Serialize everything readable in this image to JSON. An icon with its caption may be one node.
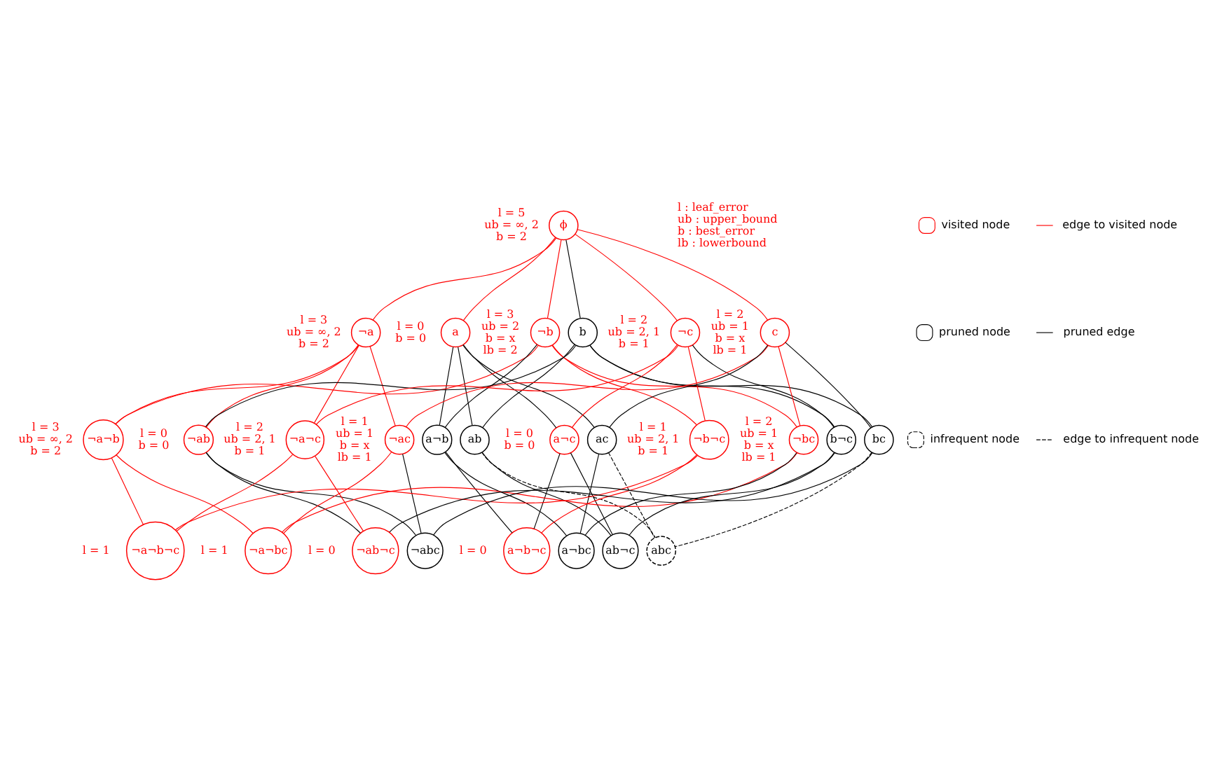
{
  "diagram": {
    "nodes": [
      {
        "text": [
          "ϕ"
        ],
        "beside": [
          "l = 5",
          "ub = ∞, 2",
          "b = 2"
        ]
      },
      {
        "text": [
          "¬a"
        ],
        "beside": [
          "l = 3",
          "ub = ∞, 2",
          "b = 2"
        ]
      },
      {
        "text": [
          "a"
        ],
        "beside": [
          "l = 0",
          "b = 0"
        ]
      },
      {
        "text": [
          "¬b"
        ],
        "beside": [
          "l = 3",
          "ub = 2",
          "b = x",
          "lb = 2"
        ]
      },
      {
        "text": [
          "b"
        ]
      },
      {
        "text": [
          "¬c"
        ],
        "beside": [
          "l = 2",
          "ub = 2, 1",
          "b = 1"
        ]
      },
      {
        "text": [
          "c"
        ],
        "beside": [
          "l = 2",
          "ub = 1",
          "b = x",
          "lb = 1"
        ]
      },
      {
        "text": [
          "¬a¬b"
        ],
        "beside": [
          "l = 3",
          "ub = ∞, 2",
          "b = 2"
        ]
      },
      {
        "text": [
          "¬ab"
        ],
        "beside": [
          "l = 0",
          "b = 0"
        ]
      },
      {
        "text": [
          "¬a¬c"
        ],
        "beside": [
          "l = 2",
          "ub = 2, 1",
          "b = 1"
        ]
      },
      {
        "text": [
          "¬ac"
        ],
        "beside": [
          "l = 1",
          "ub = 1",
          "b = x",
          "lb = 1"
        ]
      },
      {
        "text": [
          "a¬b"
        ]
      },
      {
        "text": [
          "ab"
        ]
      },
      {
        "text": [
          "a¬c"
        ],
        "beside": [
          "l = 0",
          "b = 0"
        ]
      },
      {
        "text": [
          "ac"
        ]
      },
      {
        "text": [
          "¬b¬c"
        ],
        "beside": [
          "l = 1",
          "ub = 2, 1",
          "b = 1"
        ]
      },
      {
        "text": [
          "¬bc"
        ],
        "beside": [
          "l = 2",
          "ub = 1",
          "b = x",
          "lb = 1"
        ]
      },
      {
        "text": [
          "b¬c"
        ]
      },
      {
        "text": [
          "bc"
        ]
      },
      {
        "text": [
          "¬a¬b¬c"
        ],
        "beside": [
          "l = 1"
        ]
      },
      {
        "text": [
          "¬a¬bc"
        ],
        "beside": [
          "l = 1"
        ]
      },
      {
        "text": [
          "¬ab¬c"
        ],
        "beside": [
          "l = 0"
        ]
      },
      {
        "text": [
          "¬abc"
        ]
      },
      {
        "text": [
          "a¬b¬c"
        ],
        "beside": [
          "l = 0"
        ]
      },
      {
        "text": [
          "a¬bc"
        ]
      },
      {
        "text": [
          "ab¬c"
        ]
      },
      {
        "text": [
          "abc"
        ]
      }
    ],
    "edges": [
      {
        "from": 0,
        "to": 1,
        "arrow": "none",
        "color": "#ff0000"
      },
      {
        "from": 0,
        "to": 2,
        "arrow": "none",
        "color": "#ff0000"
      },
      {
        "from": 0,
        "to": 3,
        "arrow": "none",
        "color": "#ff0000"
      },
      {
        "from": 0,
        "to": 4,
        "arrow": "none"
      },
      {
        "from": 0,
        "to": 5,
        "arrow": "none",
        "color": "#ff0000"
      },
      {
        "from": 0,
        "to": 6,
        "arrow": "none",
        "color": "#ff0000"
      },
      {
        "from": 1,
        "to": 7,
        "arrow": "none",
        "color": "#ff0000"
      },
      {
        "from": 3,
        "to": 7,
        "arrow": "none",
        "color": "#ff0000"
      },
      {
        "from": 1,
        "to": 8,
        "arrow": "none",
        "color": "#ff0000"
      },
      {
        "from": 4,
        "to": 8,
        "arrow": "none"
      },
      {
        "from": 1,
        "to": 9,
        "arrow": "none",
        "color": "#ff0000"
      },
      {
        "from": 5,
        "to": 9,
        "arrow": "none",
        "color": "#ff0000"
      },
      {
        "from": 1,
        "to": 10,
        "arrow": "none",
        "color": "#ff0000"
      },
      {
        "from": 6,
        "to": 10,
        "arrow": "none",
        "color": "#ff0000"
      },
      {
        "from": 2,
        "to": 11,
        "arrow": "none"
      },
      {
        "from": 3,
        "to": 11,
        "arrow": "none"
      },
      {
        "from": 2,
        "to": 12,
        "arrow": "none"
      },
      {
        "from": 4,
        "to": 12,
        "arrow": "none"
      },
      {
        "from": 2,
        "to": 13,
        "arrow": "none"
      },
      {
        "from": 5,
        "to": 13,
        "arrow": "none",
        "color": "#ff0000"
      },
      {
        "from": 2,
        "to": 14,
        "arrow": "none"
      },
      {
        "from": 6,
        "to": 14,
        "arrow": "none"
      },
      {
        "from": 3,
        "to": 15,
        "arrow": "none",
        "color": "#ff0000"
      },
      {
        "from": 5,
        "to": 15,
        "arrow": "none",
        "color": "#ff0000"
      },
      {
        "from": 3,
        "to": 16,
        "arrow": "none",
        "color": "#ff0000"
      },
      {
        "from": 6,
        "to": 16,
        "arrow": "none",
        "color": "#ff0000"
      },
      {
        "from": 4,
        "to": 17,
        "arrow": "none"
      },
      {
        "from": 5,
        "to": 17,
        "arrow": "none"
      },
      {
        "from": 4,
        "to": 18,
        "arrow": "none"
      },
      {
        "from": 6,
        "to": 18,
        "arrow": "none"
      },
      {
        "from": 7,
        "to": 19,
        "arrow": "none",
        "color": "#ff0000"
      },
      {
        "from": 9,
        "to": 19,
        "arrow": "none",
        "color": "#ff0000"
      },
      {
        "from": 15,
        "to": 19,
        "arrow": "none",
        "color": "#ff0000"
      },
      {
        "from": 7,
        "to": 20,
        "arrow": "none",
        "color": "#ff0000"
      },
      {
        "from": 10,
        "to": 20,
        "arrow": "none",
        "color": "#ff0000"
      },
      {
        "from": 16,
        "to": 20,
        "arrow": "none",
        "color": "#ff0000"
      },
      {
        "from": 8,
        "to": 21,
        "arrow": "none"
      },
      {
        "from": 9,
        "to": 21,
        "arrow": "none",
        "color": "#ff0000"
      },
      {
        "from": 17,
        "to": 21,
        "arrow": "none"
      },
      {
        "from": 8,
        "to": 22,
        "arrow": "none"
      },
      {
        "from": 10,
        "to": 22,
        "arrow": "none"
      },
      {
        "from": 18,
        "to": 22,
        "arrow": "none"
      },
      {
        "from": 11,
        "to": 23,
        "arrow": "none"
      },
      {
        "from": 13,
        "to": 23,
        "arrow": "none"
      },
      {
        "from": 15,
        "to": 23,
        "arrow": "none",
        "color": "#ff0000"
      },
      {
        "from": 11,
        "to": 24,
        "arrow": "none"
      },
      {
        "from": 14,
        "to": 24,
        "arrow": "none"
      },
      {
        "from": 16,
        "to": 24,
        "arrow": "none"
      },
      {
        "from": 12,
        "to": 25,
        "arrow": "none"
      },
      {
        "from": 13,
        "to": 25,
        "arrow": "none"
      },
      {
        "from": 17,
        "to": 25,
        "arrow": "none"
      },
      {
        "from": 12,
        "to": 26,
        "arrow": "none",
        "style": "dashed"
      },
      {
        "from": 14,
        "to": 26,
        "arrow": "none",
        "style": "dashed"
      },
      {
        "from": 18,
        "to": 26,
        "arrow": "none",
        "style": "dashed"
      }
    ],
    "labels": [
      "l : leaf_error",
      "ub : upper_bound",
      "b : best_error",
      "lb : lowerbound"
    ],
    "legend": [
      {
        "text": "visited node"
      },
      {
        "text": "pruned node"
      },
      {
        "text": "infrequent node"
      },
      {
        "text": "edge to visited node"
      },
      {
        "text": "pruned edge"
      },
      {
        "text": "edge to infrequent node"
      }
    ]
  }
}
